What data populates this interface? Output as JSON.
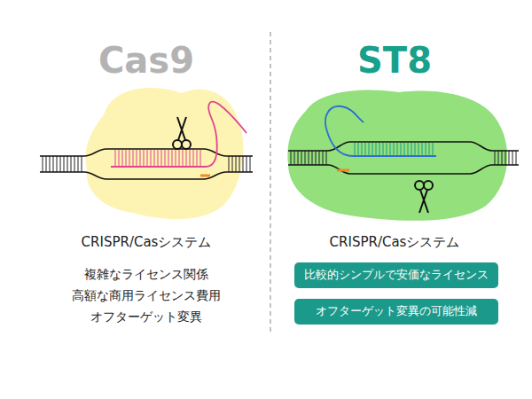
{
  "diagram": {
    "nodes": [
      {
        "text": [
          "比較的シンプルで安価なライセンス"
        ]
      },
      {
        "text": [
          "オフターゲット変異の可能性減"
        ]
      }
    ],
    "labels": [
      "Cas9",
      "CRISPR/Casシステム",
      "複雑なライセンス関係",
      "高額な商用ライセンス費用",
      "オフターゲット変異",
      "ST8",
      "CRISPR/Casシステム"
    ]
  }
}
